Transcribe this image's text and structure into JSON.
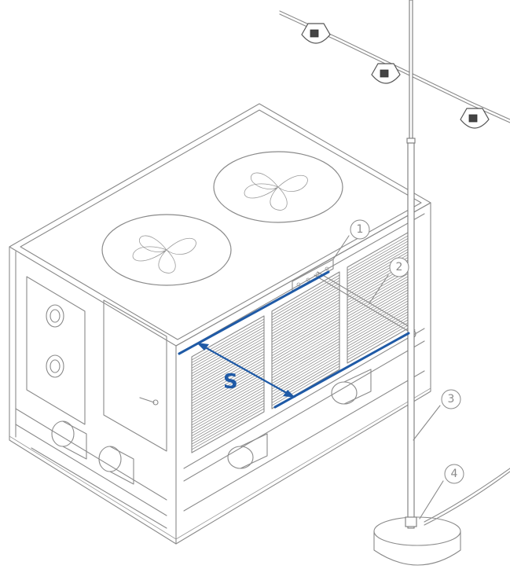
{
  "diagram": {
    "dimension_label": "S",
    "callouts": [
      "1",
      "2",
      "3",
      "4"
    ],
    "colors": {
      "line": "#8a8a8a",
      "dimension_blue": "#1f5aa6",
      "background": "#ffffff"
    }
  }
}
